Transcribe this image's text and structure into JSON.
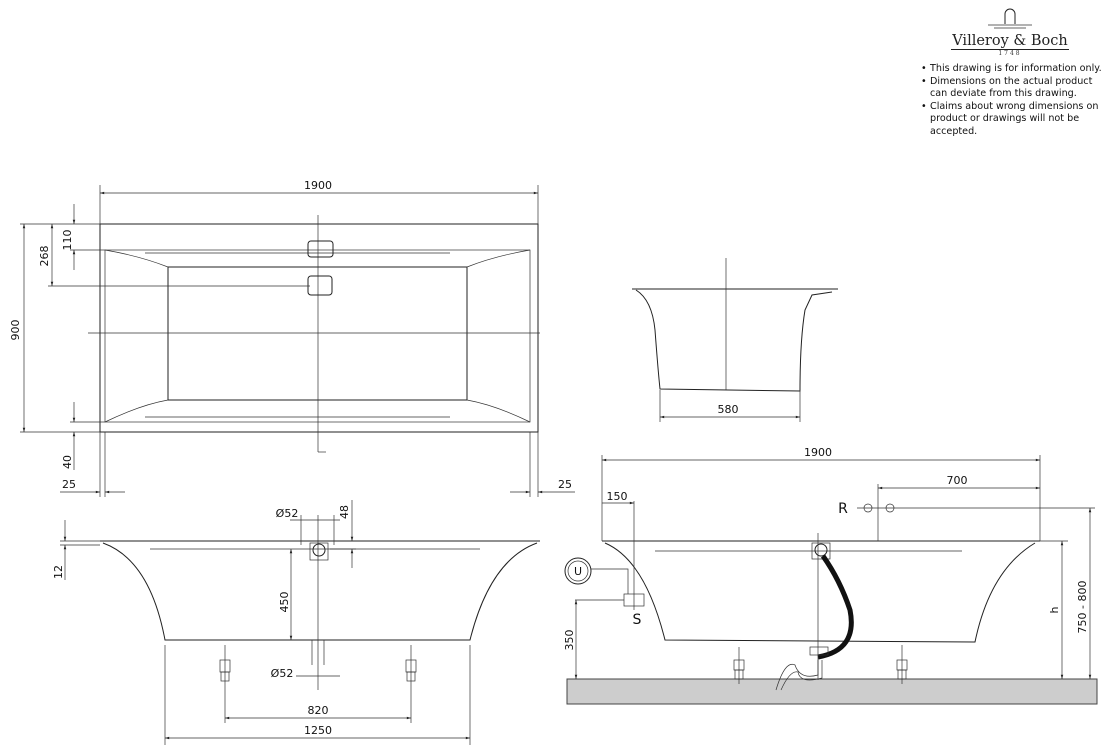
{
  "brand": {
    "name": "Villeroy & Boch",
    "year": "1748"
  },
  "notes": [
    "This drawing is for information only.",
    "Dimensions on the actual product can deviate from this drawing.",
    "Claims about wrong dimensions on product or drawings will not be accepted."
  ],
  "top_view": {
    "length": "1900",
    "width": "900",
    "drain_offset": "268",
    "overflow_offset": "110",
    "rim_bottom": "40",
    "rim_left": "25",
    "rim_right": "25"
  },
  "side_view": {
    "base_width": "580"
  },
  "front_view": {
    "overflow_dia": "Ø52",
    "overflow_height": "48",
    "rim_thickness": "12",
    "depth": "450",
    "drain_dia": "Ø52",
    "feet_spacing": "820",
    "base_length": "1250"
  },
  "install_view": {
    "length": "1900",
    "tap_offset": "700",
    "waste_offset": "150",
    "tap_label": "R",
    "u_label": "U",
    "s_label": "S",
    "floor_height": "350",
    "h_label": "h",
    "total_height": "750 - 800"
  }
}
